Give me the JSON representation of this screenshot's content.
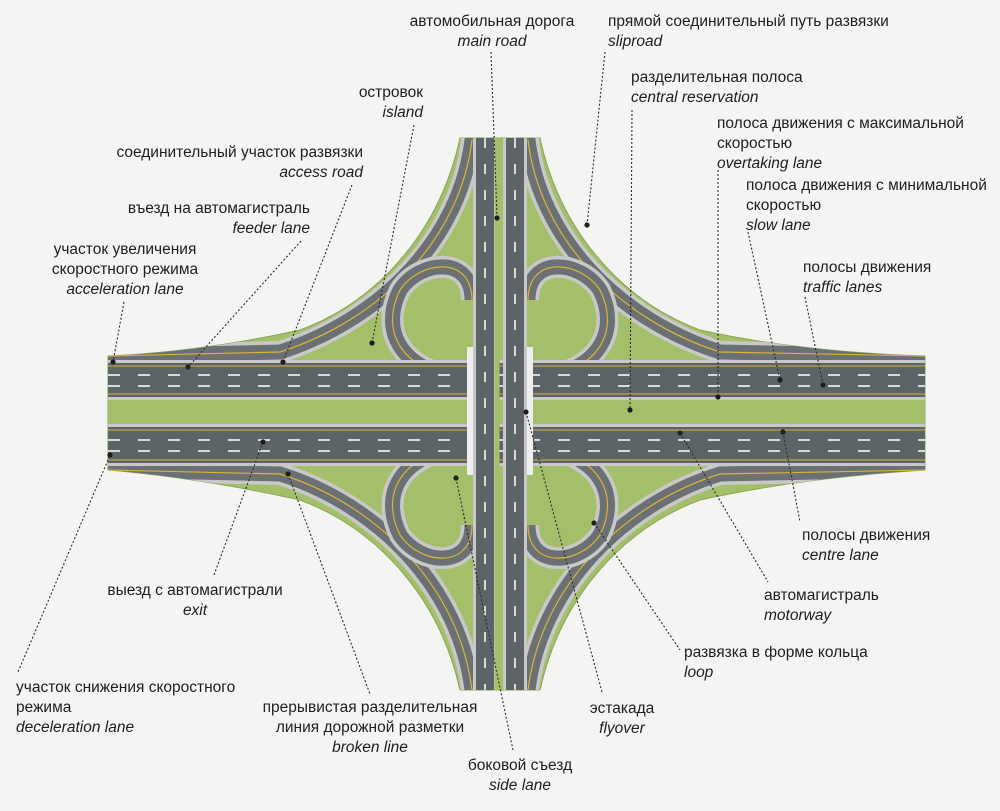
{
  "labels": {
    "main_road": {
      "ru": "автомобильная дорога",
      "en": "main road"
    },
    "sliproad": {
      "ru": "прямой соединительный путь развязки",
      "en": "sliproad"
    },
    "central_reservation": {
      "ru": "разделительная полоса",
      "en": "central reservation"
    },
    "overtaking_lane": {
      "ru": "полоса движения с максимальной скоростью",
      "en": "overtaking lane"
    },
    "slow_lane": {
      "ru": "полоса движения с минимальной скоростью",
      "en": "slow lane"
    },
    "traffic_lanes": {
      "ru": "полосы движения",
      "en": "traffic lanes"
    },
    "island": {
      "ru": "островок",
      "en": "island"
    },
    "access_road": {
      "ru": "соединительный участок развязки",
      "en": "access road"
    },
    "feeder_lane": {
      "ru": "въезд на автомагистраль",
      "en": "feeder lane"
    },
    "acceleration_lane": {
      "ru": "участок увеличения скоростного режима",
      "en": "acceleration lane"
    },
    "exit": {
      "ru": "выезд с автомагистрали",
      "en": "exit"
    },
    "deceleration_lane": {
      "ru": "участок снижения скоростного режима",
      "en": "deceleration lane"
    },
    "broken_line": {
      "ru": "прерывистая разделительная линия дорожной разметки",
      "en": "broken line"
    },
    "side_lane": {
      "ru": "боковой съезд",
      "en": "side lane"
    },
    "flyover": {
      "ru": "эстакада",
      "en": "flyover"
    },
    "loop": {
      "ru": "развязка в форме кольца",
      "en": "loop"
    },
    "motorway": {
      "ru": "автомагистраль",
      "en": "motorway"
    },
    "centre_lane": {
      "ru": "полосы движения",
      "en": "centre lane"
    }
  },
  "colors": {
    "grass": "#a4bf6a",
    "road": "#5d6468",
    "road_edge": "#c8c8c8",
    "marking": "#ffffff",
    "yellow_line": "#d8b437",
    "leader": "#2a2a2a"
  }
}
